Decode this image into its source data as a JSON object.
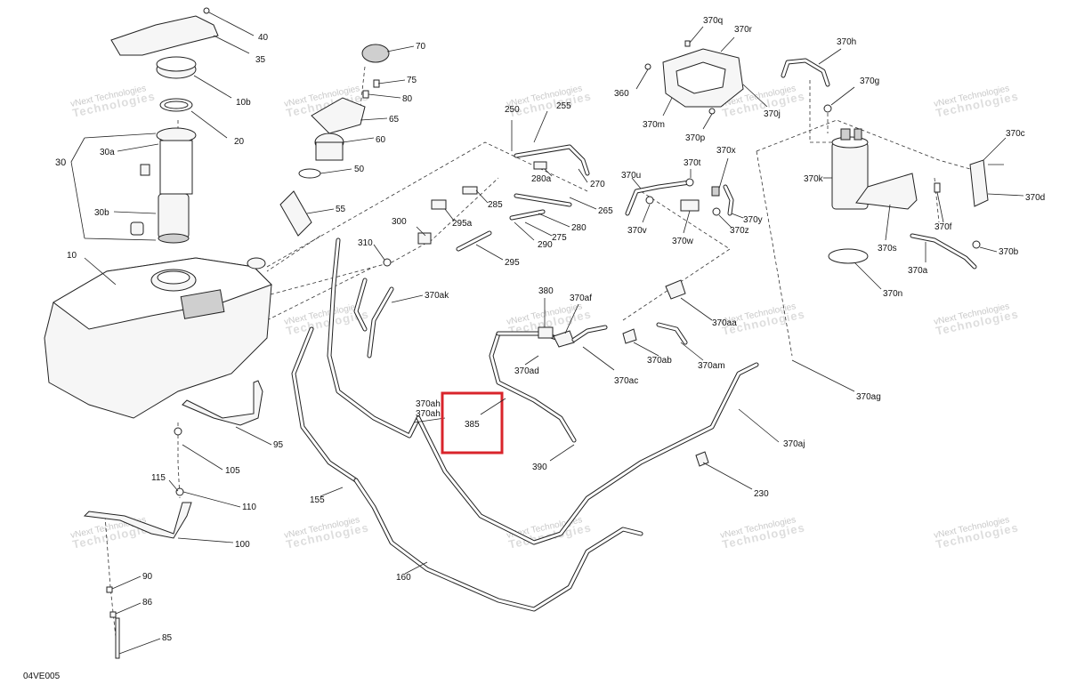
{
  "figure_code": "04VE005",
  "highlight_label": "385",
  "watermark": {
    "line1": "vNext Technologies",
    "line2": "Technologies"
  },
  "callouts": {
    "c10": "10",
    "c10b": "10b",
    "c20": "20",
    "c30": "30",
    "c30a": "30a",
    "c30b": "30b",
    "c35": "35",
    "c40": "40",
    "c50": "50",
    "c55": "55",
    "c60": "60",
    "c65": "65",
    "c70": "70",
    "c75": "75",
    "c80": "80",
    "c85": "85",
    "c86": "86",
    "c90": "90",
    "c95": "95",
    "c100": "100",
    "c105": "105",
    "c110": "110",
    "c115": "115",
    "c155": "155",
    "c160": "160",
    "c230": "230",
    "c250": "250",
    "c255": "255",
    "c265": "265",
    "c270": "270",
    "c275": "275",
    "c280": "280",
    "c280a": "280a",
    "c285": "285",
    "c290": "290",
    "c295": "295",
    "c295a": "295a",
    "c300": "300",
    "c310": "310",
    "c360": "360",
    "c380": "380",
    "c390": "390",
    "c370a": "370a",
    "c370aa": "370aa",
    "c370ab": "370ab",
    "c370ac": "370ac",
    "c370ad": "370ad",
    "c370af": "370af",
    "c370ag": "370ag",
    "c370ah1": "370ah",
    "c370ah2": "370ah",
    "c370aj": "370aj",
    "c370ak": "370ak",
    "c370am": "370am",
    "c370b": "370b",
    "c370c": "370c",
    "c370d": "370d",
    "c370f": "370f",
    "c370g": "370g",
    "c370h": "370h",
    "c370j": "370j",
    "c370k": "370k",
    "c370m": "370m",
    "c370n": "370n",
    "c370p": "370p",
    "c370q": "370q",
    "c370r": "370r",
    "c370s": "370s",
    "c370t": "370t",
    "c370u": "370u",
    "c370v": "370v",
    "c370w": "370w",
    "c370x": "370x",
    "c370y": "370y",
    "c370z": "370z"
  },
  "colors": {
    "highlight": "#d9242b",
    "line": "#222222",
    "watermark": "#c9c9c9"
  }
}
